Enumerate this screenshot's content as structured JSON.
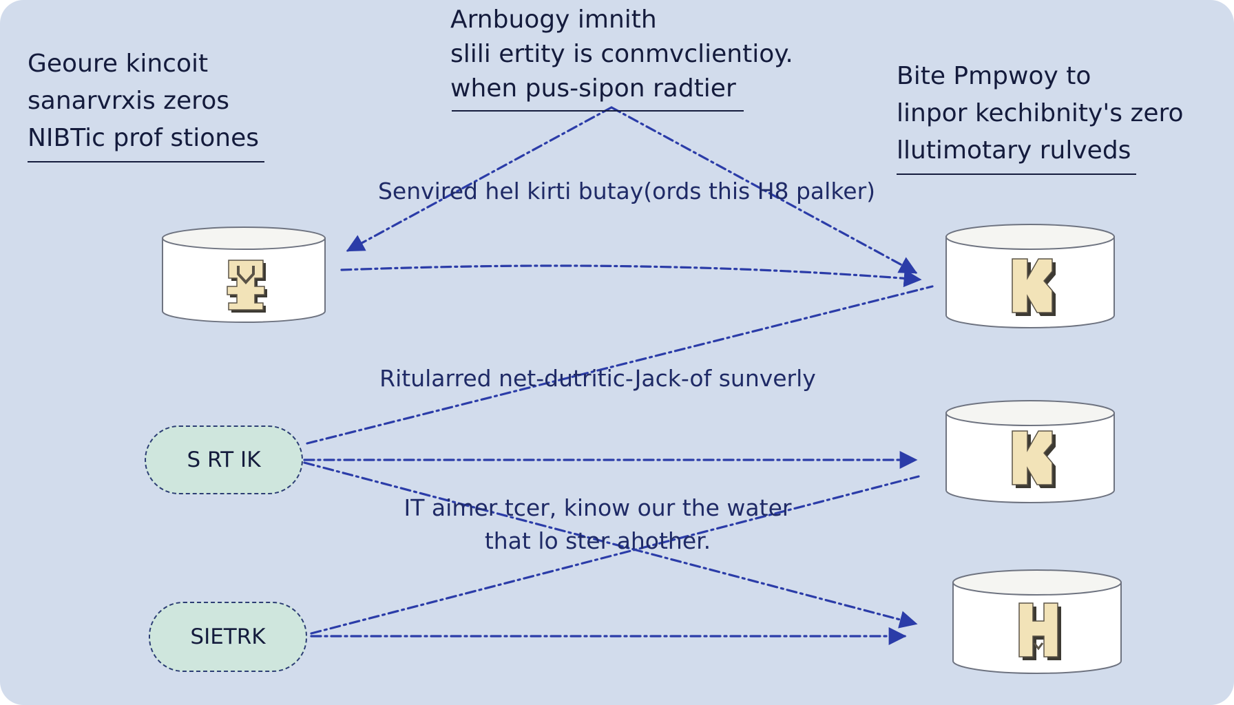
{
  "notes": {
    "left": [
      "Geoure kincoit",
      "sanarvrxis zeros",
      "NIBTic prof stiones"
    ],
    "top": [
      "Arnbuogy imnith",
      "slili ertity is conmvclientioy.",
      "when pus-sipon radtier"
    ],
    "right": [
      "Bite Pmpwoy to",
      "linpor kechibnity's zero",
      "llutimotary rulveds"
    ]
  },
  "edge_labels": {
    "upper": "Senvired hel kirti butay(ords this H8 palker)",
    "middle": "Ritularred net-dutritic-Jack-of sunverly",
    "lower": [
      "IT aimer tcer, kinow our the water",
      "that lo ster ahother."
    ]
  },
  "nodes": {
    "pill_upper": "S RT IK",
    "pill_lower": "SIETRK"
  },
  "colors": {
    "background": "#d2dcec",
    "edge": "#2b3ca8",
    "pill_fill": "#cfe6dd",
    "cylinder_fill": "#ffffff",
    "icon_fill": "#f2e3b8"
  },
  "icons": {
    "cylinder_left": "y-glyph-icon",
    "cylinder_right_1": "k-glyph-icon",
    "cylinder_right_2": "k-glyph-icon",
    "cylinder_right_3": "h-glyph-icon"
  }
}
